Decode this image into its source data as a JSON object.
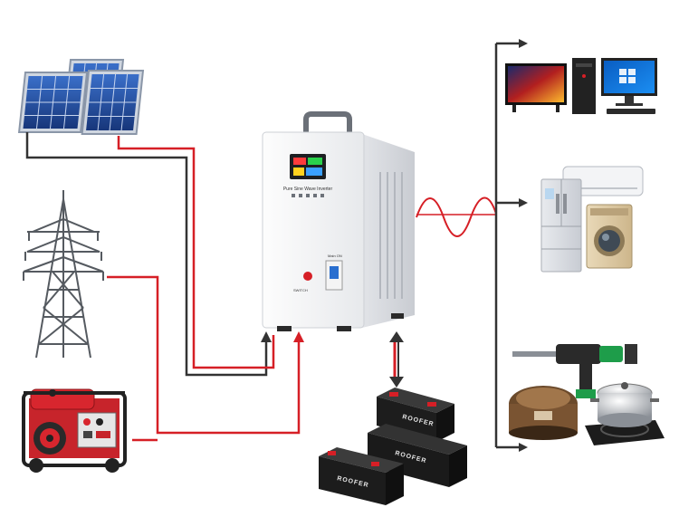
{
  "diagram": {
    "inverter": {
      "panel_label": "Pure Sine Wave Inverter",
      "switch_label": "Main ON"
    },
    "batteries": {
      "brand": "ROOFER"
    },
    "sources": [
      "solar-panels",
      "power-grid-tower",
      "gasoline-generator"
    ],
    "loads": [
      "tv-and-computer",
      "fridge-ac-washer",
      "drill-cooker-induction-stove"
    ],
    "colors": {
      "ac_line": "#d61f26",
      "dc_line": "#222222",
      "arrow": "#333333"
    }
  }
}
